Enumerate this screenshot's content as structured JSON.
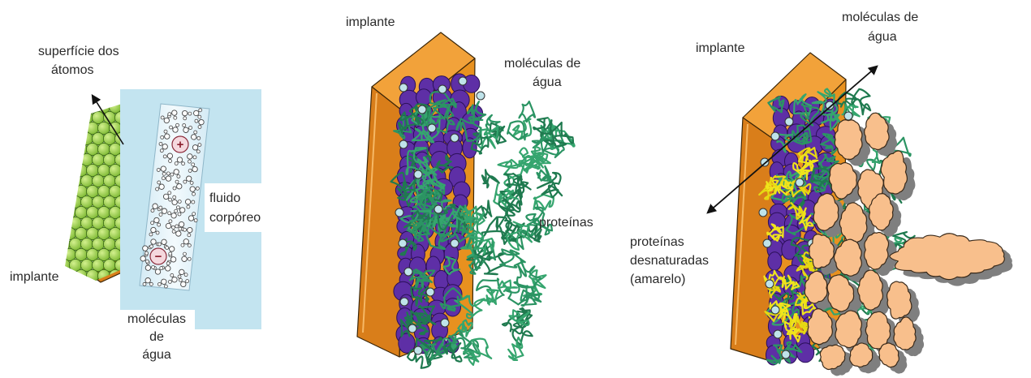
{
  "panel_atoms": {
    "surface_label": [
      "superfície dos",
      "átomos"
    ],
    "fluid_label": [
      "fluido",
      "corpóreo"
    ],
    "implant_label": "implante",
    "water_label": [
      "moléculas",
      "de",
      "água"
    ],
    "ion_positive": "+",
    "ion_negative": "−"
  },
  "panel_proteins": {
    "implant_label": "implante",
    "water_label": [
      "moléculas de",
      "água"
    ],
    "protein_label": "proteínas"
  },
  "panel_denatured": {
    "implant_label": "implante",
    "water_label": [
      "moléculas de",
      "água"
    ],
    "denatured_label": [
      "proteínas",
      "desnaturadas",
      "(amarelo)"
    ]
  },
  "colors": {
    "implant_top": "#f2a23a",
    "implant_front": "#d97e1a",
    "implant_side": "#e8911f",
    "atom": "#7cb832",
    "body_fluid": "#c3e4f0",
    "water_dot": "#bfe3ea",
    "adsorbed_blob": "#5e2fa6",
    "protein": "#2b9463",
    "denatured_protein": "#f0e41c",
    "globule": "#f8bf8c",
    "globule_shadow": "#7f7f7f"
  }
}
